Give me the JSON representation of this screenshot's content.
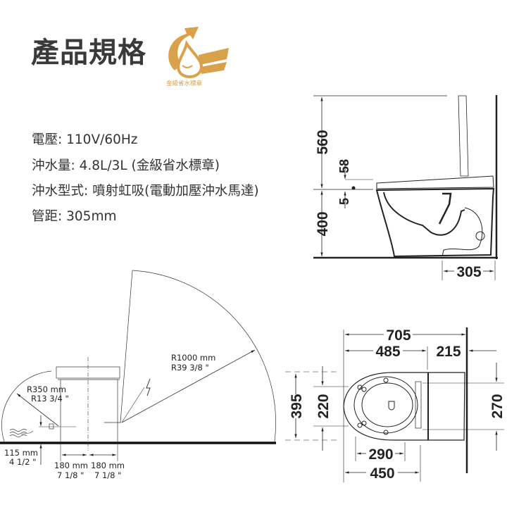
{
  "title": "產品規格",
  "logo": {
    "text": "金級省水標章",
    "color": "#d9a24a"
  },
  "specs": [
    {
      "label": "電壓",
      "value": "110V/60Hz"
    },
    {
      "label": "沖水量",
      "value": "4.8L/3L (金級省水標章)"
    },
    {
      "label": "沖水型式",
      "value": "噴射虹吸(電動加壓沖水馬達)"
    },
    {
      "label": "管距",
      "value": "305mm"
    }
  ],
  "side_view": {
    "height_total": "560",
    "seat_offset": "58",
    "seat_gap": "5",
    "seat_height": "400",
    "rough_in": "305"
  },
  "top_view": {
    "length": "705",
    "bowl_length": "485",
    "tank_depth": "215",
    "width": "395",
    "mount_width": "220",
    "tank_mount": "270",
    "hole_distance": "290",
    "inner_length": "450"
  },
  "clearance": {
    "r_large_mm": "R1000 mm",
    "r_large_in": "R39 3/8 \"",
    "r_small_mm": "R350 mm",
    "r_small_in": "R13 3/4 \"",
    "water_height_mm": "115 mm",
    "water_height_in": "4 1/2 \"",
    "left_mm": "180 mm",
    "left_in": "7 1/8 \"",
    "right_mm": "180 mm",
    "right_in": "7 1/8 \""
  }
}
